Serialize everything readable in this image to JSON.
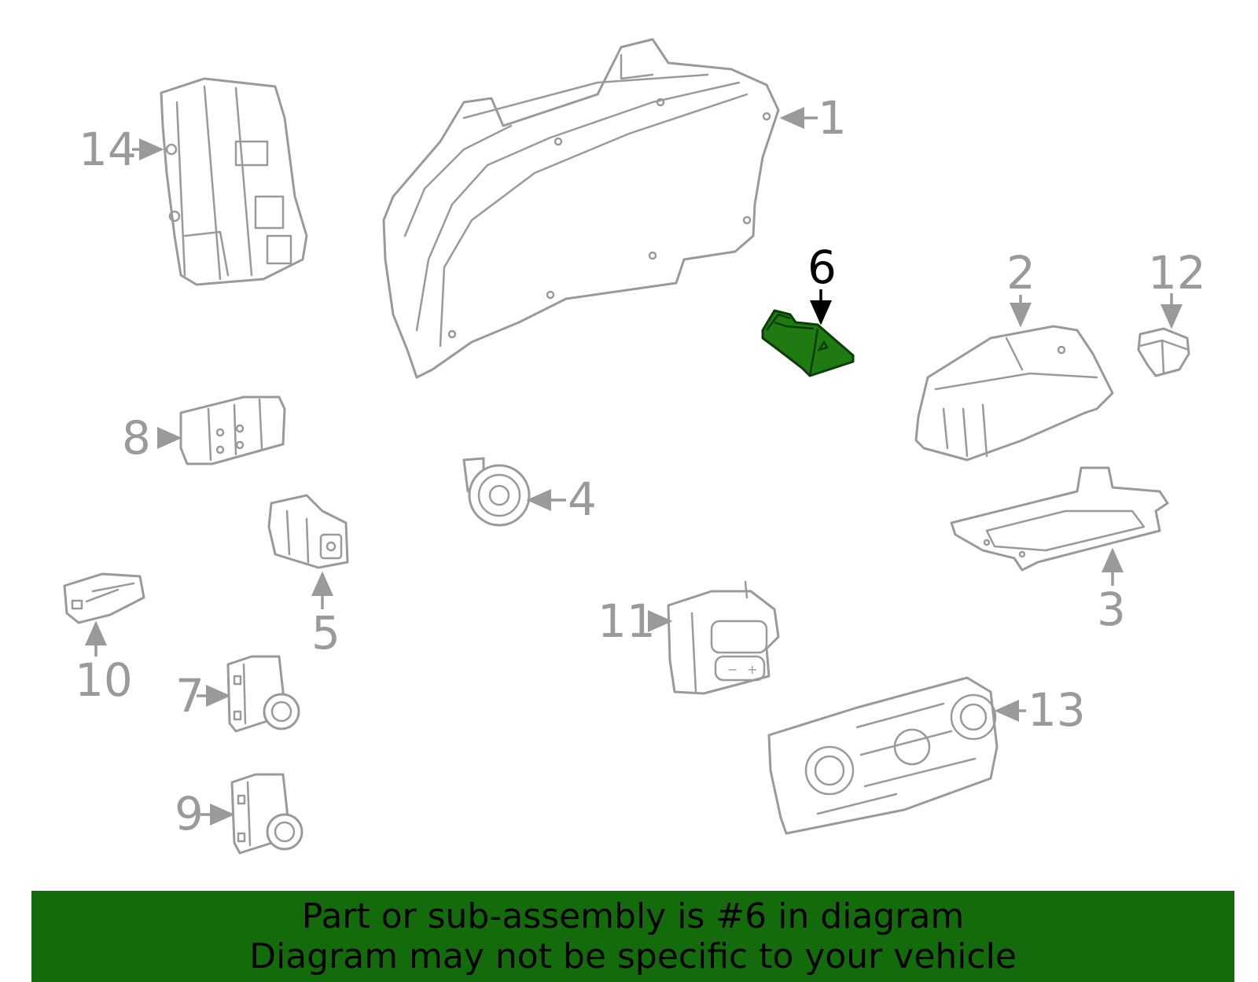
{
  "callouts": {
    "c1": "1",
    "c2": "2",
    "c3": "3",
    "c4": "4",
    "c5": "5",
    "c6": "6",
    "c7": "7",
    "c8": "8",
    "c9": "9",
    "c10": "10",
    "c11": "11",
    "c12": "12",
    "c13": "13",
    "c14": "14"
  },
  "highlight": {
    "part_number": "6",
    "color": "#1f7a12"
  },
  "banner": {
    "line1": "Part or sub-assembly is #6 in diagram",
    "line2": "Diagram may not be specific to your vehicle",
    "background": "#146b0c"
  },
  "colors": {
    "line_art": "#9a9a9a",
    "highlight_label": "#000000"
  }
}
